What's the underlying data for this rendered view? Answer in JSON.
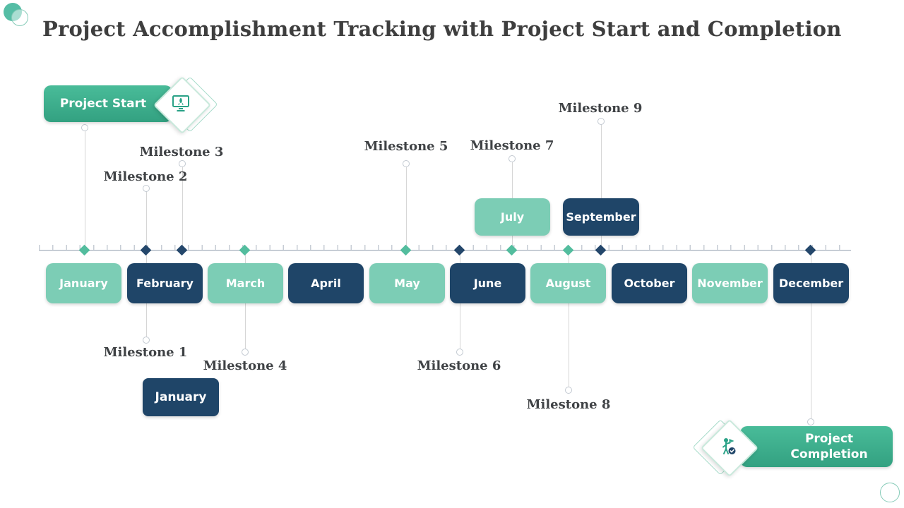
{
  "title": "Project Accomplishment Tracking with Project Start and Completion",
  "colors": {
    "green": "#3FB190",
    "green2": "#33A181",
    "teal": "#7CCDB5",
    "navy": "#1F4568",
    "marker_teal": "#53BD9E",
    "marker_navy": "#24476B",
    "text": "#3F4245",
    "line": "#C7CDD5",
    "connector": "#D6D6D6"
  },
  "project_start": {
    "label": "Project Start",
    "icon": "rocket-monitor-icon"
  },
  "project_completion": {
    "label": "Project Completion",
    "icon": "person-check-icon"
  },
  "timeline": {
    "months": [
      {
        "label": "January",
        "color": "teal",
        "row": "bottom"
      },
      {
        "label": "February",
        "color": "navy",
        "row": "bottom"
      },
      {
        "label": "March",
        "color": "teal",
        "row": "bottom"
      },
      {
        "label": "April",
        "color": "navy",
        "row": "bottom"
      },
      {
        "label": "May",
        "color": "teal",
        "row": "bottom"
      },
      {
        "label": "June",
        "color": "navy",
        "row": "bottom"
      },
      {
        "label": "July",
        "color": "teal",
        "row": "top"
      },
      {
        "label": "August",
        "color": "teal",
        "row": "bottom"
      },
      {
        "label": "September",
        "color": "navy",
        "row": "top"
      },
      {
        "label": "October",
        "color": "navy",
        "row": "bottom"
      },
      {
        "label": "November",
        "color": "teal",
        "row": "bottom"
      },
      {
        "label": "December",
        "color": "navy",
        "row": "bottom"
      }
    ]
  },
  "milestones": [
    {
      "label": "Milestone 1",
      "side": "below"
    },
    {
      "label": "Milestone 2",
      "side": "above"
    },
    {
      "label": "Milestone 3",
      "side": "above"
    },
    {
      "label": "Milestone 4",
      "side": "below"
    },
    {
      "label": "Milestone 5",
      "side": "above"
    },
    {
      "label": "Milestone 6",
      "side": "below"
    },
    {
      "label": "Milestone 7",
      "side": "above"
    },
    {
      "label": "Milestone 8",
      "side": "below"
    },
    {
      "label": "Milestone 9",
      "side": "above"
    }
  ],
  "callout": {
    "label": "January"
  }
}
